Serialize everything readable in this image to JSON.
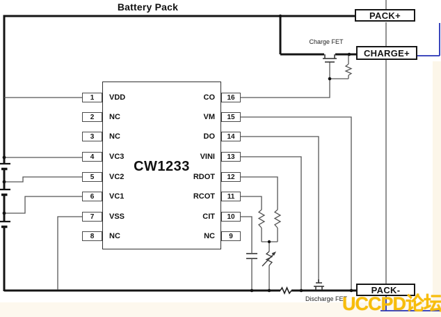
{
  "title": "Battery Pack",
  "ic": {
    "name": "CW1233",
    "left_pins": [
      {
        "num": "1",
        "label": "VDD"
      },
      {
        "num": "2",
        "label": "NC"
      },
      {
        "num": "3",
        "label": "NC"
      },
      {
        "num": "4",
        "label": "VC3"
      },
      {
        "num": "5",
        "label": "VC2"
      },
      {
        "num": "6",
        "label": "VC1"
      },
      {
        "num": "7",
        "label": "VSS"
      },
      {
        "num": "8",
        "label": "NC"
      }
    ],
    "right_pins": [
      {
        "num": "16",
        "label": "CO"
      },
      {
        "num": "15",
        "label": "VM"
      },
      {
        "num": "14",
        "label": "DO"
      },
      {
        "num": "13",
        "label": "VINI"
      },
      {
        "num": "12",
        "label": "RDOT"
      },
      {
        "num": "11",
        "label": "RCOT"
      },
      {
        "num": "10",
        "label": "CIT"
      },
      {
        "num": "9",
        "label": "NC"
      }
    ]
  },
  "terminals": {
    "pack_plus": "PACK+",
    "charge_plus": "CHARGE+",
    "pack_minus": "PACK-"
  },
  "annotations": {
    "charge_fet": "Charge FET",
    "discharge_fet": "Discharge FET"
  },
  "watermark": {
    "text": "UCCPD论坛",
    "color": "#f7bd09"
  },
  "colors": {
    "bus": "#141414",
    "wire": "#565656",
    "blue_trace": "#2531b5",
    "watermark": "#f7bd09"
  }
}
